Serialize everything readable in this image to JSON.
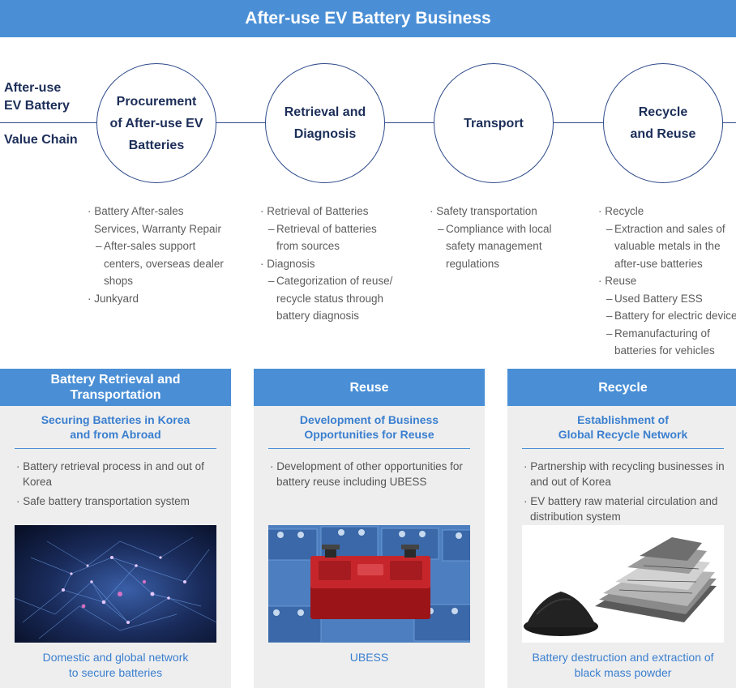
{
  "title": "After-use EV Battery Business",
  "value_chain_label": {
    "line1": "After-use",
    "line2": "EV Battery",
    "line3": "Value Chain"
  },
  "stages": [
    {
      "label": "Procurement\nof After-use EV\nBatteries"
    },
    {
      "label": "Retrieval and\nDiagnosis"
    },
    {
      "label": "Transport"
    },
    {
      "label": "Recycle\nand Reuse"
    }
  ],
  "stage_details": {
    "procurement": {
      "b1a": "· Battery After-sales",
      "b1b": "Services, Warranty Repair",
      "s1a": "After-sales support",
      "s1b": "centers, overseas dealer",
      "s1c": "shops",
      "b2": "· Junkyard"
    },
    "retrieval": {
      "b1": "· Retrieval of Batteries",
      "s1a": "Retrieval of batteries",
      "s1b": "from sources",
      "b2": "· Diagnosis",
      "s2a": "Categorization of reuse/",
      "s2b": "recycle status through",
      "s2c": "battery diagnosis"
    },
    "transport": {
      "b1": "· Safety transportation",
      "s1a": "Compliance with local",
      "s1b": "safety management",
      "s1c": "regulations"
    },
    "recycle": {
      "b1": "· Recycle",
      "s1a": "Extraction and sales of",
      "s1b": "valuable metals in the",
      "s1c": "after-use batteries",
      "b2": "· Reuse",
      "s2": "Used Battery ESS",
      "s3": "Battery for electric device",
      "s4a": "Remanufacturing of",
      "s4b": "batteries for vehicles"
    }
  },
  "panels": [
    {
      "header": "Battery Retrieval and\nTransportation",
      "subtitle": "Securing Batteries in Korea\nand from Abroad",
      "bullets": [
        "· Battery retrieval process in and out of Korea",
        "· Safe battery transportation system"
      ],
      "caption": "Domestic and global network\nto secure batteries"
    },
    {
      "header": "Reuse",
      "subtitle": "Development of Business\nOpportunities for Reuse",
      "bullets": [
        "· Development of other opportunities for battery reuse including UBESS"
      ],
      "caption": "UBESS"
    },
    {
      "header": "Recycle",
      "subtitle": "Establishment of\nGlobal Recycle Network",
      "bullets": [
        "· Partnership with recycling businesses in and out of Korea",
        "· EV battery raw material circulation and distribution system"
      ],
      "caption": "Battery destruction and extraction of\nblack mass powder"
    }
  ],
  "colors": {
    "header_blue": "#4a8fd6",
    "navy": "#1c2e58",
    "subtitle_blue": "#3a7fcf",
    "panel_bg": "#eeeeee"
  }
}
